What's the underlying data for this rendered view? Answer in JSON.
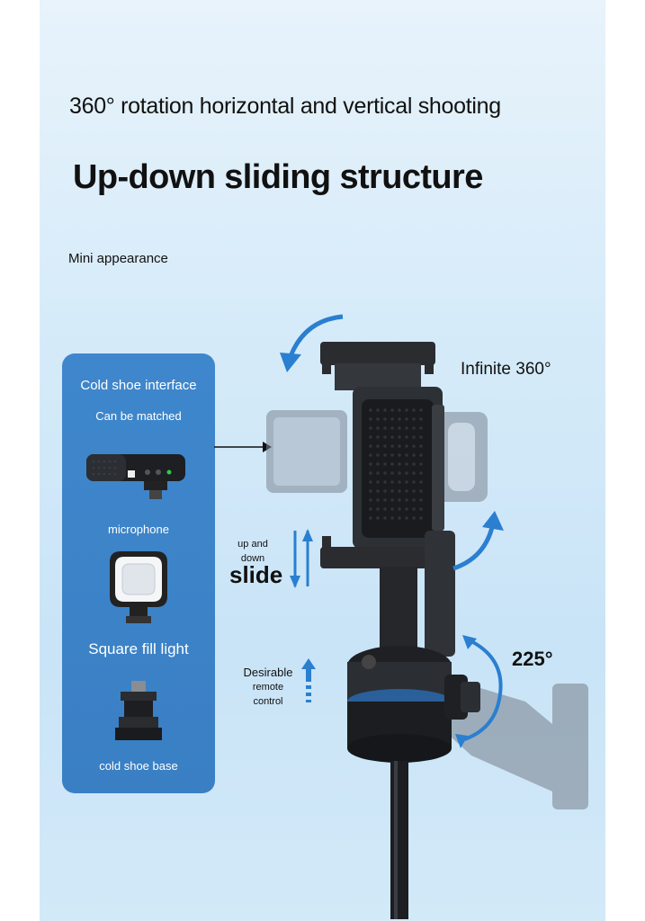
{
  "headline_rotation": "360° rotation horizontal and vertical shooting",
  "headline_sliding": "Up-down sliding structure",
  "subheading": "Mini appearance",
  "panel": {
    "title": "Cold shoe interface",
    "subtitle": "Can be matched",
    "items": [
      {
        "label": "microphone",
        "icon": "microphone-icon"
      },
      {
        "label": "Square fill light",
        "icon": "fill-light-icon"
      },
      {
        "label": "cold shoe base",
        "icon": "cold-shoe-base-icon"
      }
    ]
  },
  "callouts": {
    "infinite": "Infinite 360°",
    "slide_small": [
      "up and",
      "down"
    ],
    "slide_big": "slide",
    "tilt": "225°",
    "remote": [
      "Desirable",
      "remote",
      "control"
    ]
  },
  "colors": {
    "panel_blue": "#3d84c9",
    "arrow_blue": "#2a7fd0",
    "device_dark": "#2a2c30"
  }
}
